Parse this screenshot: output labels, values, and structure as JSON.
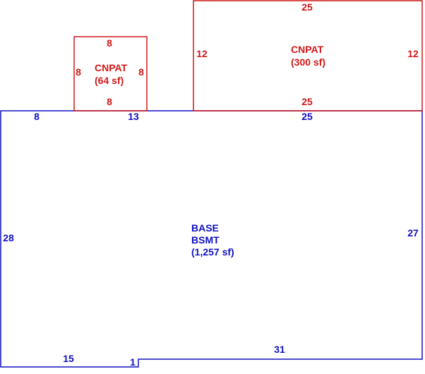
{
  "colors": {
    "base": "#1010c0",
    "addition": "#d01818",
    "background": "#ffffff"
  },
  "base_area": {
    "code": "BASE",
    "subcode": "BSMT",
    "area": "(1,257 sf)",
    "dims": {
      "top_left": "8",
      "top_mid": "13",
      "top_right": "25",
      "left": "28",
      "right": "27",
      "bottom_left": "15",
      "jog": "1",
      "bottom_right": "31"
    }
  },
  "patio_small": {
    "code": "CNPAT",
    "area": "(64 sf)",
    "dims": {
      "top": "8",
      "bottom": "8",
      "left": "8",
      "right": "8"
    }
  },
  "patio_large": {
    "code": "CNPAT",
    "area": "(300 sf)",
    "dims": {
      "top": "25",
      "bottom": "25",
      "left": "12",
      "right": "12"
    }
  }
}
